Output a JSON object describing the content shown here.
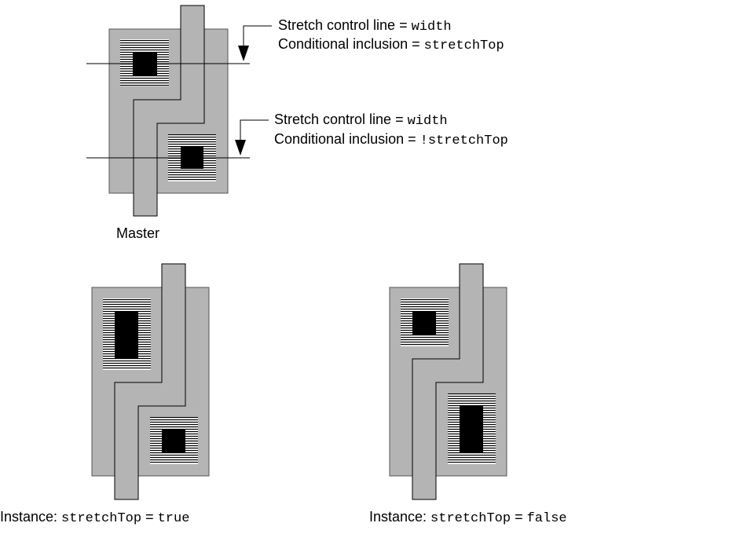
{
  "master": {
    "caption": "Master",
    "annotation_top": {
      "line1_text": "Stretch control line = ",
      "line1_code": "width",
      "line2_text": "Conditional inclusion = ",
      "line2_code": "stretchTop"
    },
    "annotation_bottom": {
      "line1_text": "Stretch control line = ",
      "line1_code": "width",
      "line2_text": "Conditional inclusion = ",
      "line2_code": "!stretchTop"
    }
  },
  "instance_true": {
    "prefix": "Instance: ",
    "param": "stretchTop",
    "equals": " = ",
    "value": "true"
  },
  "instance_false": {
    "prefix": "Instance: ",
    "param": "stretchTop",
    "equals": " = ",
    "value": "false"
  },
  "colors": {
    "cell_fill": "#b4b4b4",
    "stripe": "#000000",
    "contact": "#000000",
    "path_outline": "#000000"
  }
}
